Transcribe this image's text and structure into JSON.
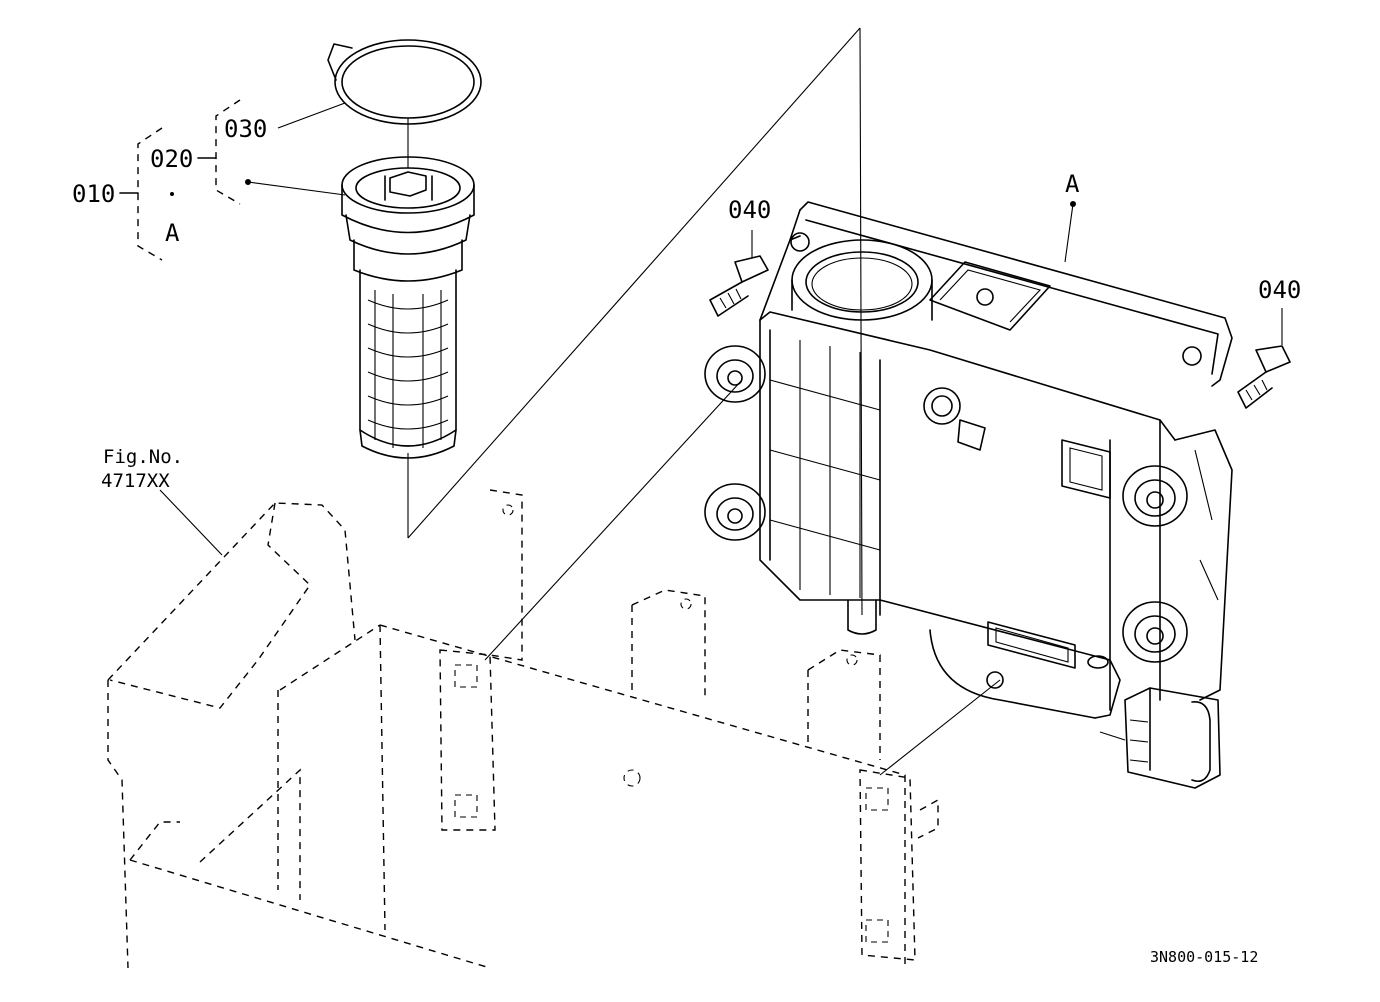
{
  "labels": {
    "part_010": "010",
    "part_020": "020",
    "part_030": "030",
    "ref_a_group": "A",
    "part_040_left": "040",
    "part_040_right": "040",
    "ref_a_housing": "A",
    "fig_no_line1": "Fig.No.",
    "fig_no_line2": "4717XX",
    "drawing_code": "3N800-015-12"
  },
  "colors": {
    "line": "#000000",
    "background": "#ffffff"
  }
}
